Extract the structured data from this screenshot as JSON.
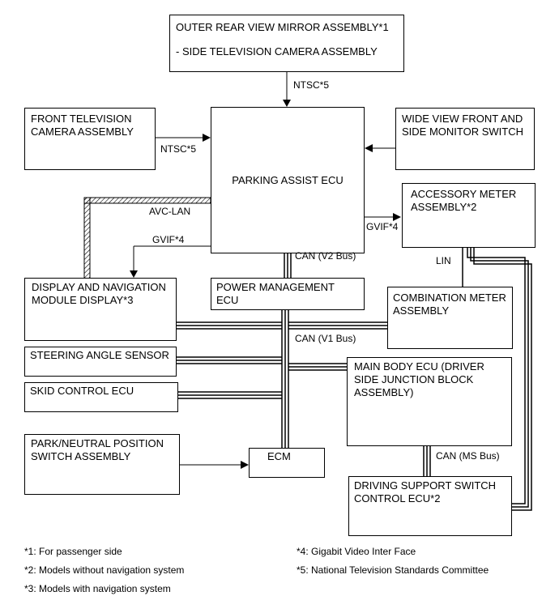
{
  "boxes": {
    "mirror_line1": "OUTER REAR VIEW MIRROR ASSEMBLY*1",
    "mirror_line2": "- SIDE TELEVISION CAMERA ASSEMBLY",
    "front_camera_line1": "FRONT TELEVISION",
    "front_camera_line2": "CAMERA ASSEMBLY",
    "wide_view_line1": "WIDE VIEW FRONT AND",
    "wide_view_line2": "SIDE MONITOR SWITCH",
    "parking_assist": "PARKING ASSIST ECU",
    "accessory_meter_line1": "ACCESSORY METER",
    "accessory_meter_line2": "ASSEMBLY*2",
    "display_nav_line1": "DISPLAY AND NAVIGATION",
    "display_nav_line2": "MODULE DISPLAY*3",
    "power_management": "POWER MANAGEMENT ECU",
    "combination_meter_line1": "COMBINATION METER",
    "combination_meter_line2": "ASSEMBLY",
    "steering_angle": "STEERING ANGLE SENSOR",
    "main_body_line1": "MAIN BODY ECU (DRIVER",
    "main_body_line2": "SIDE JUNCTION BLOCK",
    "main_body_line3": "ASSEMBLY)",
    "skid_control": "SKID CONTROL ECU",
    "park_neutral_line1": "PARK/NEUTRAL POSITION",
    "park_neutral_line2": "SWITCH ASSEMBLY",
    "ecm": "ECM",
    "driving_support_line1": "DRIVING SUPPORT SWITCH",
    "driving_support_line2": "CONTROL ECU*2"
  },
  "signals": {
    "ntsc_top": "NTSC*5",
    "ntsc_left": "NTSC*5",
    "avc_lan": "AVC-LAN",
    "gvif_left": "GVIF*4",
    "gvif_right": "GVIF*4",
    "can_v2": "CAN (V2 Bus)",
    "lin": "LIN",
    "can_v1": "CAN (V1 Bus)",
    "can_ms": "CAN (MS Bus)"
  },
  "footnotes": {
    "n1": "*1: For passenger side",
    "n2": "*2: Models without navigation system",
    "n3": "*3: Models with navigation system",
    "n4": "*4: Gigabit Video Inter Face",
    "n5": "*5: National Television Standards Committee"
  }
}
